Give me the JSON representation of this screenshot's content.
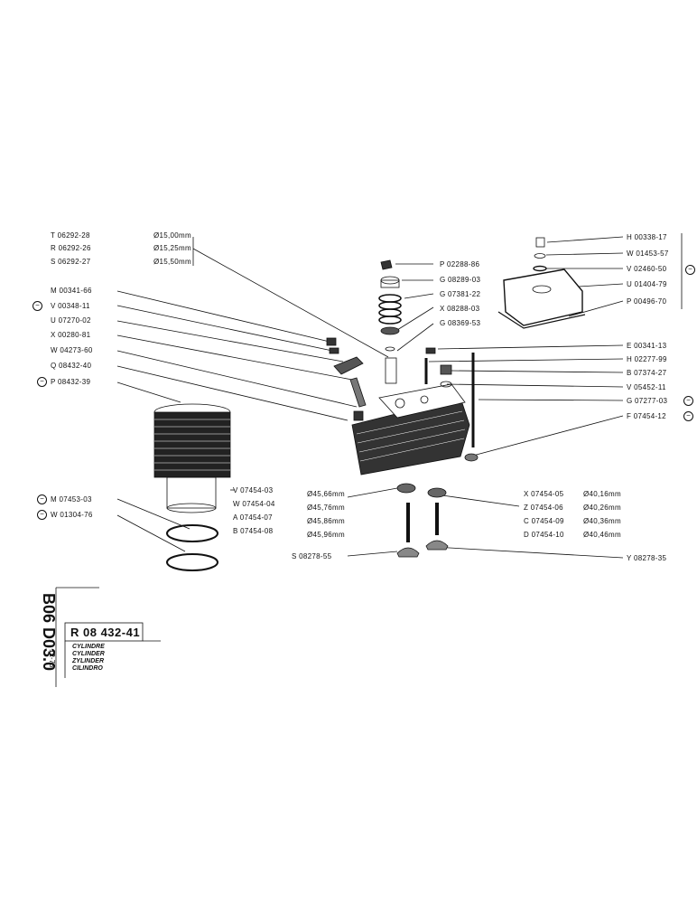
{
  "left_labels": [
    {
      "id": "l1",
      "code": "T 06292-28",
      "size": "Ø15,00mm"
    },
    {
      "id": "l2",
      "code": "R 06292-26",
      "size": "Ø15,25mm"
    },
    {
      "id": "l3",
      "code": "S 06292-27",
      "size": "Ø15,50mm"
    },
    {
      "id": "l4",
      "code": "M 00341-66"
    },
    {
      "id": "l5",
      "code": "V 00348-11"
    },
    {
      "id": "l6",
      "code": "U 07270-02"
    },
    {
      "id": "l7",
      "code": "X 00280-81"
    },
    {
      "id": "l8",
      "code": "W 04273-60"
    },
    {
      "id": "l9",
      "code": "Q 08432-40"
    },
    {
      "id": "l10",
      "code": "P 08432-39"
    },
    {
      "id": "l11",
      "code": "M 07453-03"
    },
    {
      "id": "l12",
      "code": "W 01304-76"
    }
  ],
  "center_labels": [
    {
      "id": "c1",
      "code": "P 02288-86"
    },
    {
      "id": "c2",
      "code": "G 08289-03"
    },
    {
      "id": "c3",
      "code": "G 07381-22"
    },
    {
      "id": "c4",
      "code": "X 08288-03"
    },
    {
      "id": "c5",
      "code": "G 08369-53"
    }
  ],
  "right_labels": [
    {
      "id": "r1",
      "code": "H 00338-17"
    },
    {
      "id": "r2",
      "code": "W 01453-57"
    },
    {
      "id": "r3",
      "code": "V 02460-50"
    },
    {
      "id": "r4",
      "code": "U 01404-79"
    },
    {
      "id": "r5",
      "code": "P 00496-70"
    },
    {
      "id": "r6",
      "code": "E 00341-13"
    },
    {
      "id": "r7",
      "code": "H 02277-99"
    },
    {
      "id": "r8",
      "code": "B 07374-27"
    },
    {
      "id": "r9",
      "code": "V 05452-11"
    },
    {
      "id": "r10",
      "code": "G 07277-03"
    },
    {
      "id": "r11",
      "code": "F 07454-12"
    }
  ],
  "ring_labels": [
    {
      "id": "g1",
      "code": "V 07454-03"
    },
    {
      "id": "g2",
      "code": "W 07454-04"
    },
    {
      "id": "g3",
      "code": "A 07454-07"
    },
    {
      "id": "g4",
      "code": "B 07454-08"
    }
  ],
  "seat_sizes": [
    "Ø45,66mm",
    "Ø45,76mm",
    "Ø45,86mm",
    "Ø45,96mm"
  ],
  "guide_labels": [
    {
      "code": "X 07454-05",
      "size": "Ø40,16mm"
    },
    {
      "code": "Z 07454-06",
      "size": "Ø40,26mm"
    },
    {
      "code": "C 07454-09",
      "size": "Ø40,36mm"
    },
    {
      "code": "D 07454-10",
      "size": "Ø40,46mm"
    }
  ],
  "valve_left": "S 08278-55",
  "valve_right": "Y 08278-35",
  "minus_symbol": "−",
  "title_block": {
    "section": "B06  D03.0",
    "date": "12-73",
    "part_number": "R 08 432-41",
    "names": [
      "CYLINDRE",
      "CYLINDER",
      "ZYLINDER",
      "CILINDRO"
    ]
  }
}
